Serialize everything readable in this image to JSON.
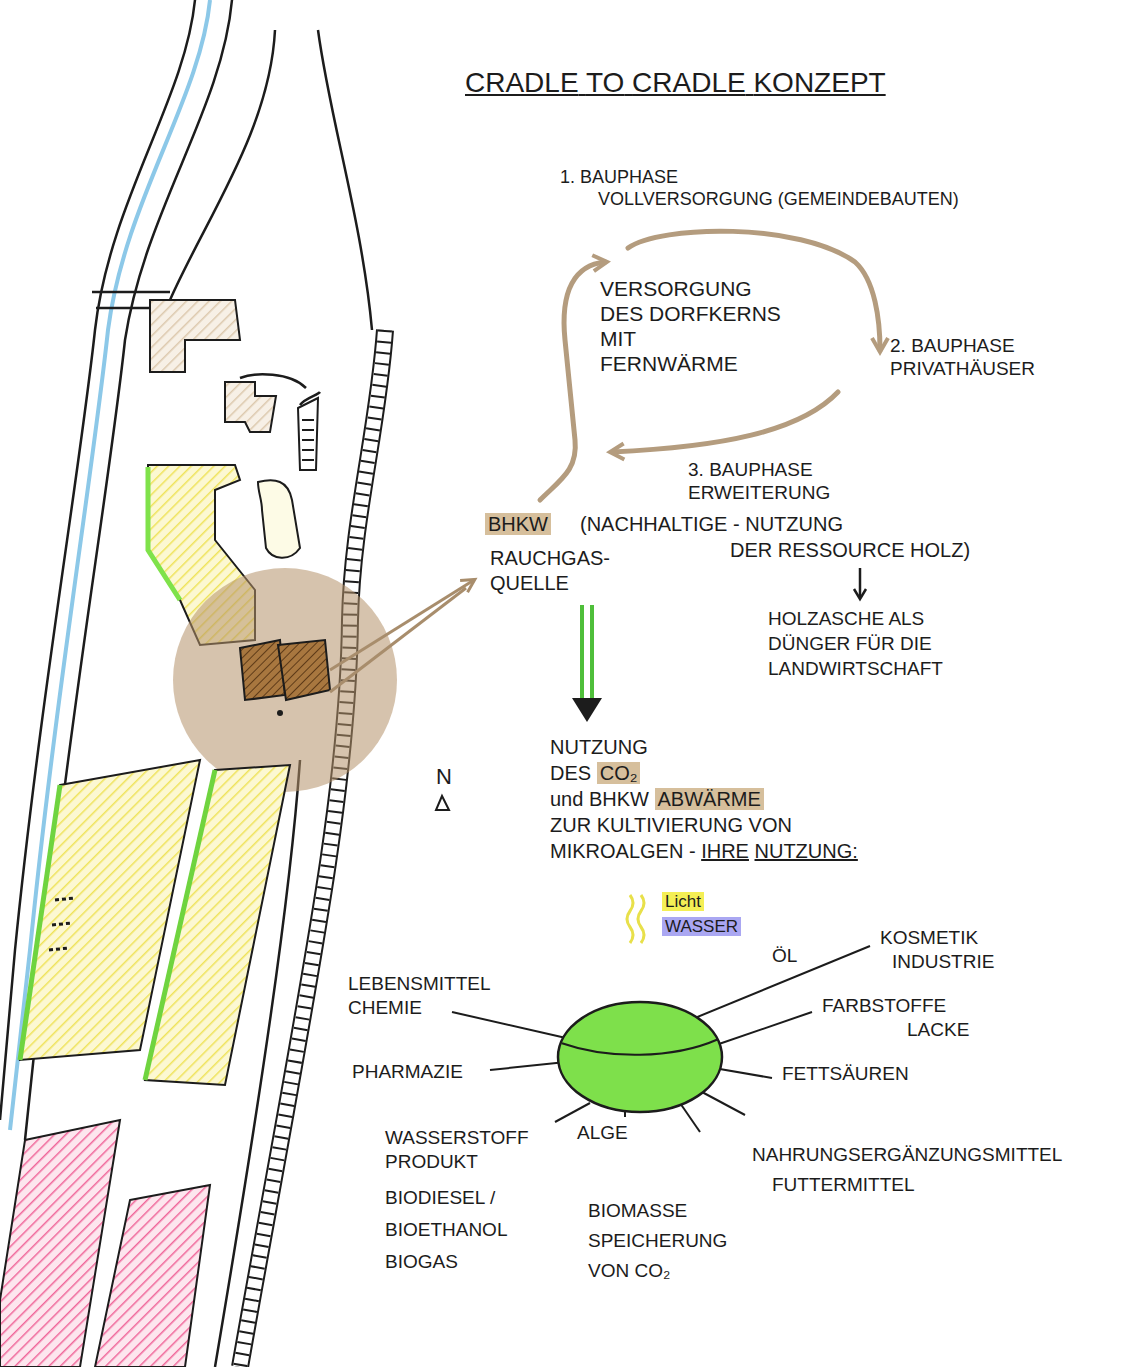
{
  "diagram": {
    "title": "CRADLE TO CRADLE KONZEPT",
    "nodes": [
      {
        "text": [
          "ALGE"
        ]
      }
    ],
    "labels": [
      "1. BAUPHASE VOLLVERSORGUNG (GEMEINDEBAUTEN)",
      "VERSORGUNG DES DORFKERNS MIT FERNWÄRME",
      "2. BAUPHASE PRIVATHÄUSER",
      "3. BAUPHASE ERWEITERUNG",
      "BHKW",
      "(NACHHALTIGE - NUTZUNG DER RESSOURCE HOLZ)",
      "RAUCHGAS- QUELLE",
      "HOLZASCHE ALS DÜNGER FÜR DIE LANDWIRTSCHAFT",
      "N",
      "NUTZUNG DES CO₂ und BHKW ABWÄRME ZUR KULTIVIERUNG VON MIKROALGEN - IHRE NUTZUNG:",
      "Licht",
      "WASSER",
      "LEBENSMITTEL CHEMIE",
      "PHARMAZIE",
      "WASSERSTOFF PRODUKT",
      "BIODIESEL / BIOETHANOL BIOGAS",
      "BIOMASSE SPEICHERUNG VON CO₂",
      "NAHRUNGSERGÄNZUNGSMITTEL FUTTERMITTEL",
      "FETTSÄUREN",
      "FARBSTOFFE LACKE",
      "KOSMETIK INDUSTRIE",
      "ÖL"
    ]
  }
}
